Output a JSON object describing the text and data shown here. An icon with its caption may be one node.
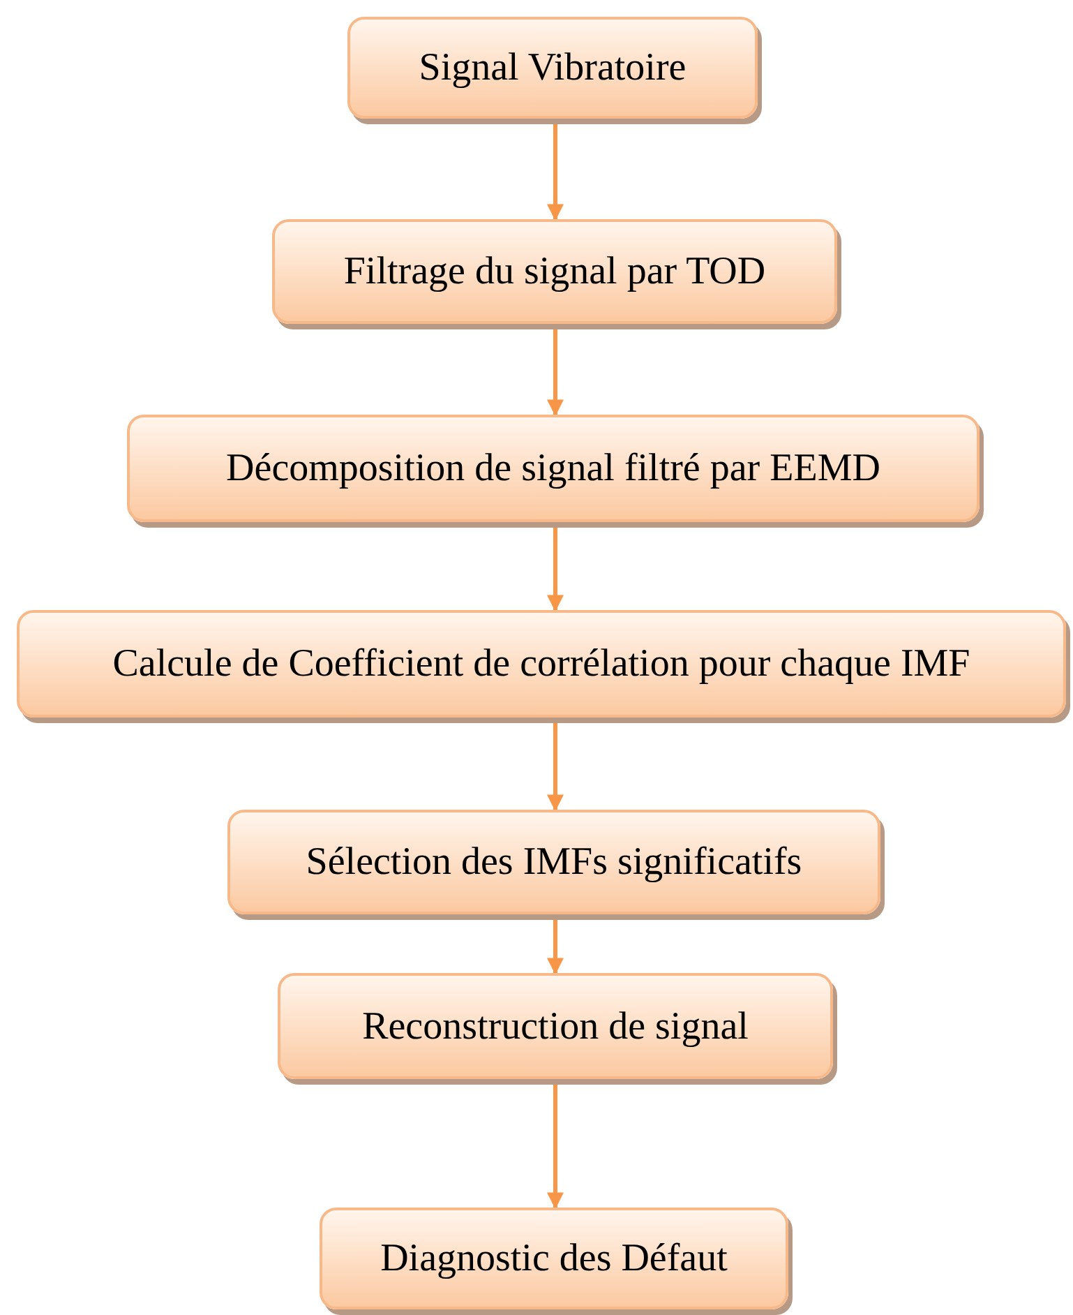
{
  "diagram": {
    "nodes": [
      {
        "text": [
          "Signal Vibratoire"
        ]
      },
      {
        "text": [
          "Filtrage du signal par TOD"
        ]
      },
      {
        "text": [
          "Décomposition de signal filtré par EEMD"
        ]
      },
      {
        "text": [
          "Calcule de Coefficient de corrélation pour chaque IMF"
        ]
      },
      {
        "text": [
          "Sélection des IMFs significatifs"
        ]
      },
      {
        "text": [
          "Reconstruction de signal"
        ]
      },
      {
        "text": [
          "Diagnostic des Défaut"
        ]
      }
    ],
    "edges": [
      {
        "from": 0,
        "to": 1,
        "arrow": "to"
      },
      {
        "from": 1,
        "to": 2,
        "arrow": "to"
      },
      {
        "from": 2,
        "to": 3,
        "arrow": "to"
      },
      {
        "from": 3,
        "to": 4,
        "arrow": "to"
      },
      {
        "from": 4,
        "to": 5,
        "arrow": "to"
      },
      {
        "from": 5,
        "to": 6,
        "arrow": "to"
      }
    ]
  }
}
